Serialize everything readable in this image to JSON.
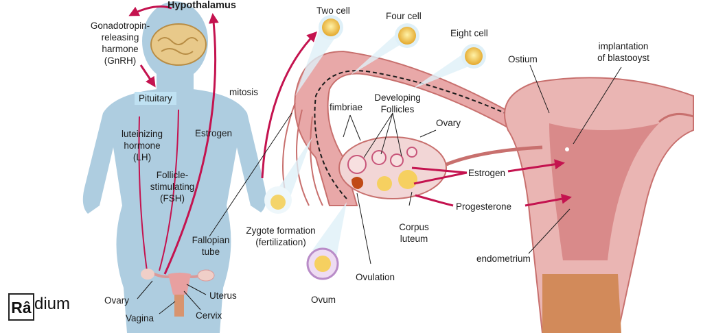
{
  "labels": {
    "hypothalamus": "Hypothalamus",
    "gnrh_1": "Gonadotropin-",
    "gnrh_2": "releasing",
    "gnrh_3": "harmone",
    "gnrh_4": "(GnRH)",
    "pituitary": "Pituitary",
    "lh_1": "luteinizing",
    "lh_2": "hormone",
    "lh_3": "(LH)",
    "fsh_1": "Follicle-",
    "fsh_2": "stimulating",
    "fsh_3": "(FSH)",
    "estrogen_body": "Estrogen",
    "mitosis": "mitosis",
    "two_cell": "Two cell",
    "four_cell": "Four cell",
    "eight_cell": "Eight cell",
    "ostium": "Ostium",
    "implantation_1": "implantation",
    "implantation_2": "of blastooyst",
    "fimbriae": "fimbriae",
    "developing_1": "Developing",
    "developing_2": "Follicles",
    "ovary_right": "Ovary",
    "estrogen_right": "Estrogen",
    "progesterone": "Progesterone",
    "endometrium": "endometrium",
    "corpus_1": "Corpus",
    "corpus_2": "luteum",
    "ovulation": "Ovulation",
    "zygote_1": "Zygote formation",
    "zygote_2": "(fertilization)",
    "ovum": "Ovum",
    "fallopian_1": "Fallopian",
    "fallopian_2": "tube",
    "ovary_left": "Ovary",
    "uterus": "Uterus",
    "vagina": "Vagina",
    "cervix": "Cervix"
  },
  "logo": {
    "letter": "Râ",
    "word": "dium"
  },
  "colors": {
    "silhouette": "#a9c9dc",
    "arrow": "#c4134f",
    "tissue": "#e7a8a8",
    "tissue_dark": "#c8706e",
    "bubble": "#dff0f8",
    "cell": "#f0c24a"
  }
}
